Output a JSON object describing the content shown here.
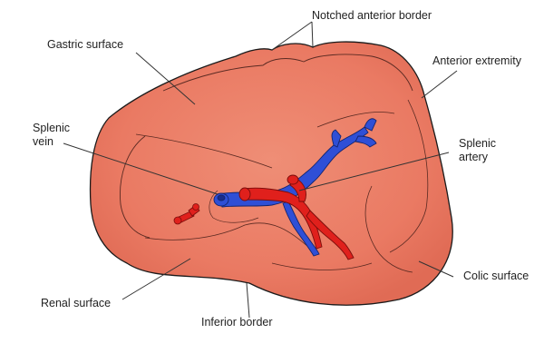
{
  "labels": {
    "notched_anterior_border": "Notched anterior border",
    "gastric_surface": "Gastric surface",
    "anterior_extremity": "Anterior extremity",
    "splenic_vein_1": "Splenic",
    "splenic_vein_2": "vein",
    "splenic_artery_1": "Splenic",
    "splenic_artery_2": "artery",
    "colic_surface": "Colic surface",
    "renal_surface": "Renal surface",
    "inferior_border": "Inferior border"
  },
  "colors": {
    "organ_fill": "#ea7a63",
    "organ_highlight": "#f29b84",
    "organ_outline": "#1a1a1a",
    "vein": "#2f4fd6",
    "artery": "#e0201c",
    "leader_line": "#333333"
  }
}
